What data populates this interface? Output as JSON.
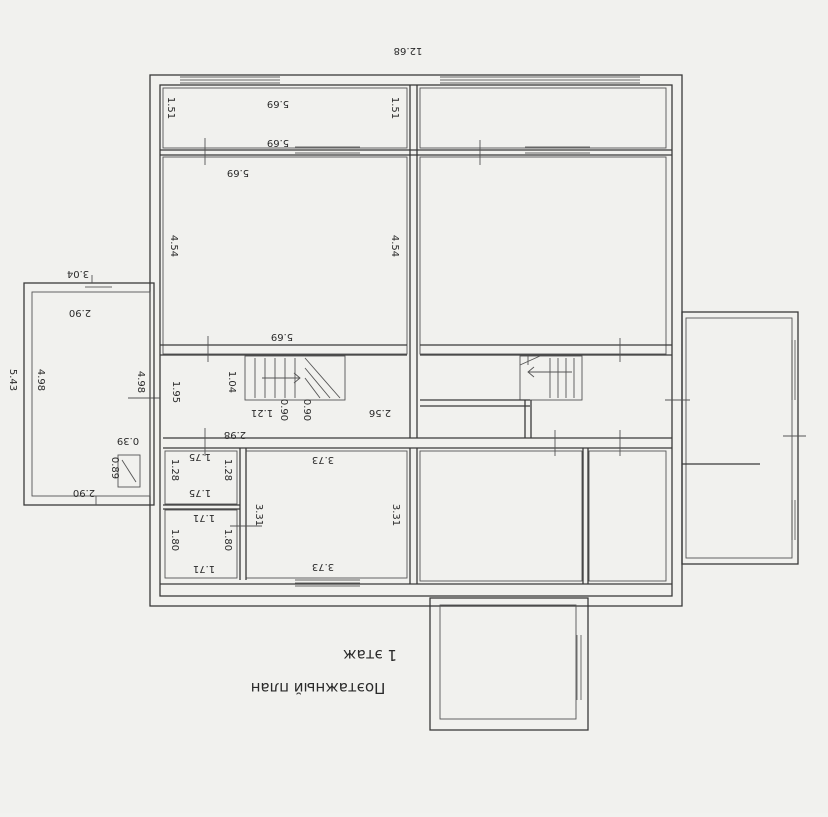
{
  "plan": {
    "title": "Поэтажный план",
    "floor": "1 этаж",
    "overall_width": "12.68"
  },
  "dims": {
    "d_569_a": "5.69",
    "d_569_b": "5.69",
    "d_569_c": "5.69",
    "d_569_d": "5.69",
    "d_151_a": "1.51",
    "d_151_b": "1.51",
    "d_454_a": "4.54",
    "d_454_b": "4.54",
    "d_304": "3.04",
    "d_290_a": "2.90",
    "d_290_b": "2.90",
    "d_543": "5.43",
    "d_498_a": "4.98",
    "d_498_b": "4.98",
    "d_195": "1.95",
    "d_104": "1.04",
    "d_121": "1.21",
    "d_090_a": "0.90",
    "d_090_b": "0.90",
    "d_256": "2.56",
    "d_298": "2.98",
    "d_039": "0.39",
    "d_089": "0.89",
    "d_175_a": "1.75",
    "d_175_b": "1.75",
    "d_128_a": "1.28",
    "d_128_b": "1.28",
    "d_373_a": "3.73",
    "d_373_b": "3.73",
    "d_331_a": "3.31",
    "d_331_b": "3.31",
    "d_171_a": "1.71",
    "d_171_b": "1.71",
    "d_180_a": "1.80",
    "d_180_b": "1.80"
  }
}
